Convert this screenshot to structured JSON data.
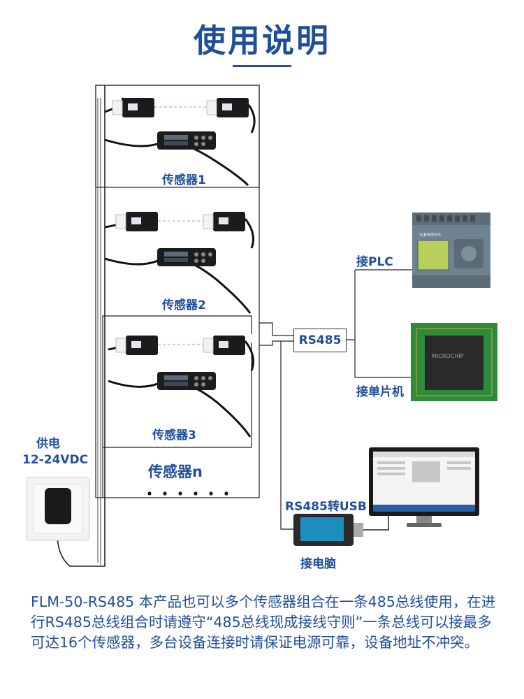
{
  "title": "使用说明",
  "labels": {
    "sensor1": "传感器1",
    "sensor2": "传感器2",
    "sensor3": "传感器3",
    "sensorN": "传感器n",
    "power_line1": "供电",
    "power_line2": "12-24VDC",
    "rs485": "RS485",
    "plc": "接PLC",
    "mcu": "接单片机",
    "rs485_usb": "RS485转USB",
    "pc": "接电脑"
  },
  "device_text": {
    "plc_brand": "SIEMENS",
    "chip_brand": "MICROCHIP"
  },
  "description": "FLM-50-RS485 本产品也可以多个传感器组合在一条485总线使用，在进行RS485总线组合时请遵守“485总线现成接线守则”一条总线可以接最多可达16个传感器，多台设备连接时请保证电源可靠，设备地址不冲突。",
  "colors": {
    "accent": "#1f4e9c",
    "pcb_green": "#2f8a3a",
    "plc_gray": "#6f8290"
  }
}
